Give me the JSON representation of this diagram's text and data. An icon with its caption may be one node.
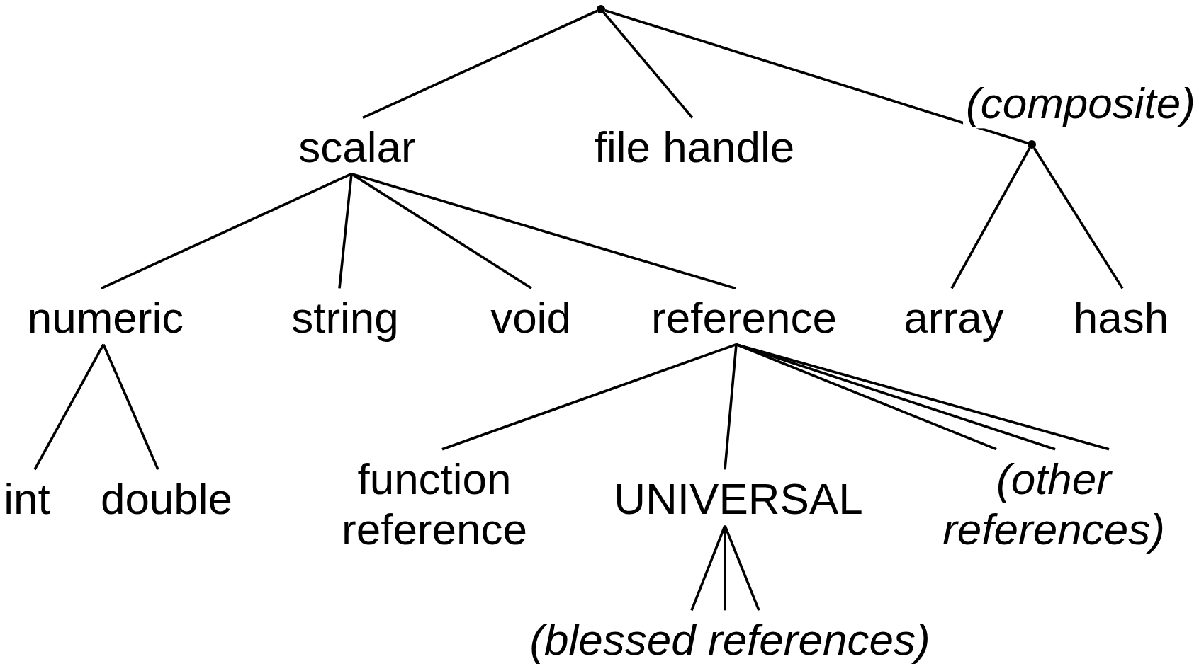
{
  "diagram": {
    "nodes": [
      {
        "text": [],
        "shape": "circle"
      },
      {
        "text": [
          "scalar"
        ]
      },
      {
        "text": [
          "file handle"
        ]
      },
      {
        "text": [],
        "shape": "circle",
        "beside": [
          "(composite)"
        ]
      },
      {
        "text": [
          "numeric"
        ]
      },
      {
        "text": [
          "string"
        ]
      },
      {
        "text": [
          "void"
        ]
      },
      {
        "text": [
          "reference"
        ]
      },
      {
        "text": [
          "array"
        ]
      },
      {
        "text": [
          "hash"
        ]
      },
      {
        "text": [
          "int"
        ]
      },
      {
        "text": [
          "double"
        ]
      },
      {
        "text": [
          "function reference"
        ]
      },
      {
        "text": [
          "UNIVERSAL"
        ]
      },
      {
        "text": [
          "(other references)"
        ]
      },
      {
        "text": [
          "(blessed references)"
        ]
      }
    ],
    "edges": [
      {
        "from": 0,
        "to": 1,
        "arrow": "none"
      },
      {
        "from": 0,
        "to": 2,
        "arrow": "none"
      },
      {
        "from": 0,
        "to": 3,
        "arrow": "none"
      },
      {
        "from": 1,
        "to": 4,
        "arrow": "none"
      },
      {
        "from": 1,
        "to": 5,
        "arrow": "none"
      },
      {
        "from": 1,
        "to": 6,
        "arrow": "none"
      },
      {
        "from": 1,
        "to": 7,
        "arrow": "none"
      },
      {
        "from": 3,
        "to": 8,
        "arrow": "none"
      },
      {
        "from": 3,
        "to": 9,
        "arrow": "none"
      },
      {
        "from": 4,
        "to": 10,
        "arrow": "none"
      },
      {
        "from": 4,
        "to": 11,
        "arrow": "none"
      },
      {
        "from": 7,
        "to": 12,
        "arrow": "none"
      },
      {
        "from": 7,
        "to": 13,
        "arrow": "none"
      },
      {
        "from": 7,
        "to": 14,
        "arrow": "none"
      },
      {
        "from": 7,
        "to": 14,
        "arrow": "none"
      },
      {
        "from": 7,
        "to": 14,
        "arrow": "none"
      },
      {
        "from": 13,
        "to": 15,
        "arrow": "none"
      },
      {
        "from": 13,
        "to": 15,
        "arrow": "none"
      },
      {
        "from": 13,
        "to": 15,
        "arrow": "none"
      }
    ]
  }
}
